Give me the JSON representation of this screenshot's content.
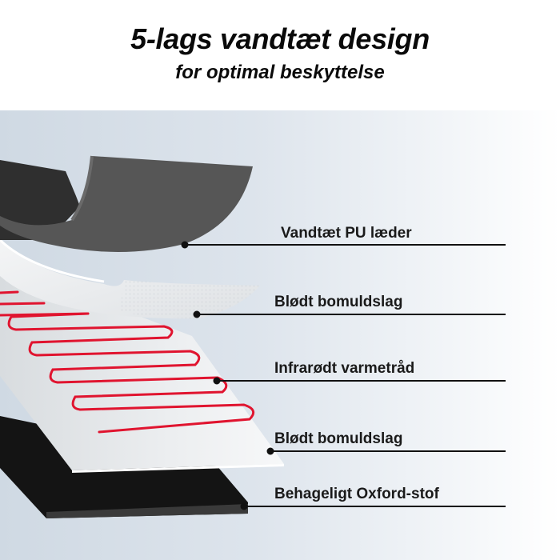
{
  "header": {
    "title": "5-lags vandtæt design",
    "subtitle": "for optimal beskyttelse"
  },
  "colors": {
    "background_left": "#cfd9e3",
    "background_right": "#ffffff",
    "pu_leather": "#565656",
    "pu_leather_dark": "#2f2f2f",
    "cotton": "#e9ecef",
    "wire": "#e0142f",
    "oxford": "#1a1a1a",
    "leader_line": "#111111"
  },
  "layers": [
    {
      "label": "Vandtæt PU læder",
      "icon": "pu-leather-layer"
    },
    {
      "label": "Blødt bomuldslag",
      "icon": "cotton-layer-top"
    },
    {
      "label": "Infrarødt varmetråd",
      "icon": "heating-wire-layer"
    },
    {
      "label": "Blødt bomuldslag",
      "icon": "cotton-layer-bottom"
    },
    {
      "label": "Behageligt Oxford-stof",
      "icon": "oxford-fabric-layer"
    }
  ]
}
